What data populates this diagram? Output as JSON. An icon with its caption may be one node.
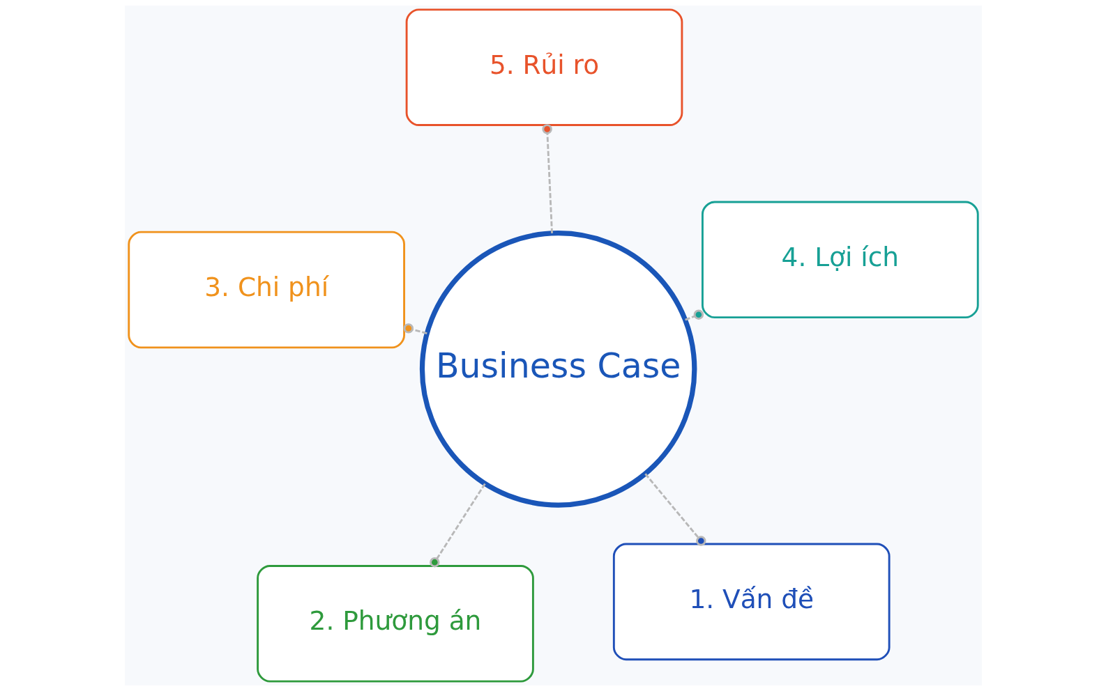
{
  "diagram": {
    "nodes": [
      {
        "text": [
          "Business Case"
        ]
      },
      {
        "text": [
          "1. Vấn đề"
        ]
      },
      {
        "text": [
          "2. Phương án"
        ]
      },
      {
        "text": [
          "3. Chi phí"
        ]
      },
      {
        "text": [
          "4. Lợi ích"
        ]
      },
      {
        "text": [
          "5. Rủi ro"
        ]
      }
    ],
    "edges": [
      {
        "from": 0,
        "to": 1,
        "arrow": "other",
        "style": "dashed"
      },
      {
        "from": 0,
        "to": 2,
        "arrow": "other",
        "style": "dashed"
      },
      {
        "from": 0,
        "to": 3,
        "arrow": "other",
        "style": "dashed"
      },
      {
        "from": 0,
        "to": 4,
        "arrow": "other",
        "style": "dashed"
      },
      {
        "from": 0,
        "to": 5,
        "arrow": "other",
        "style": "dashed"
      }
    ]
  }
}
